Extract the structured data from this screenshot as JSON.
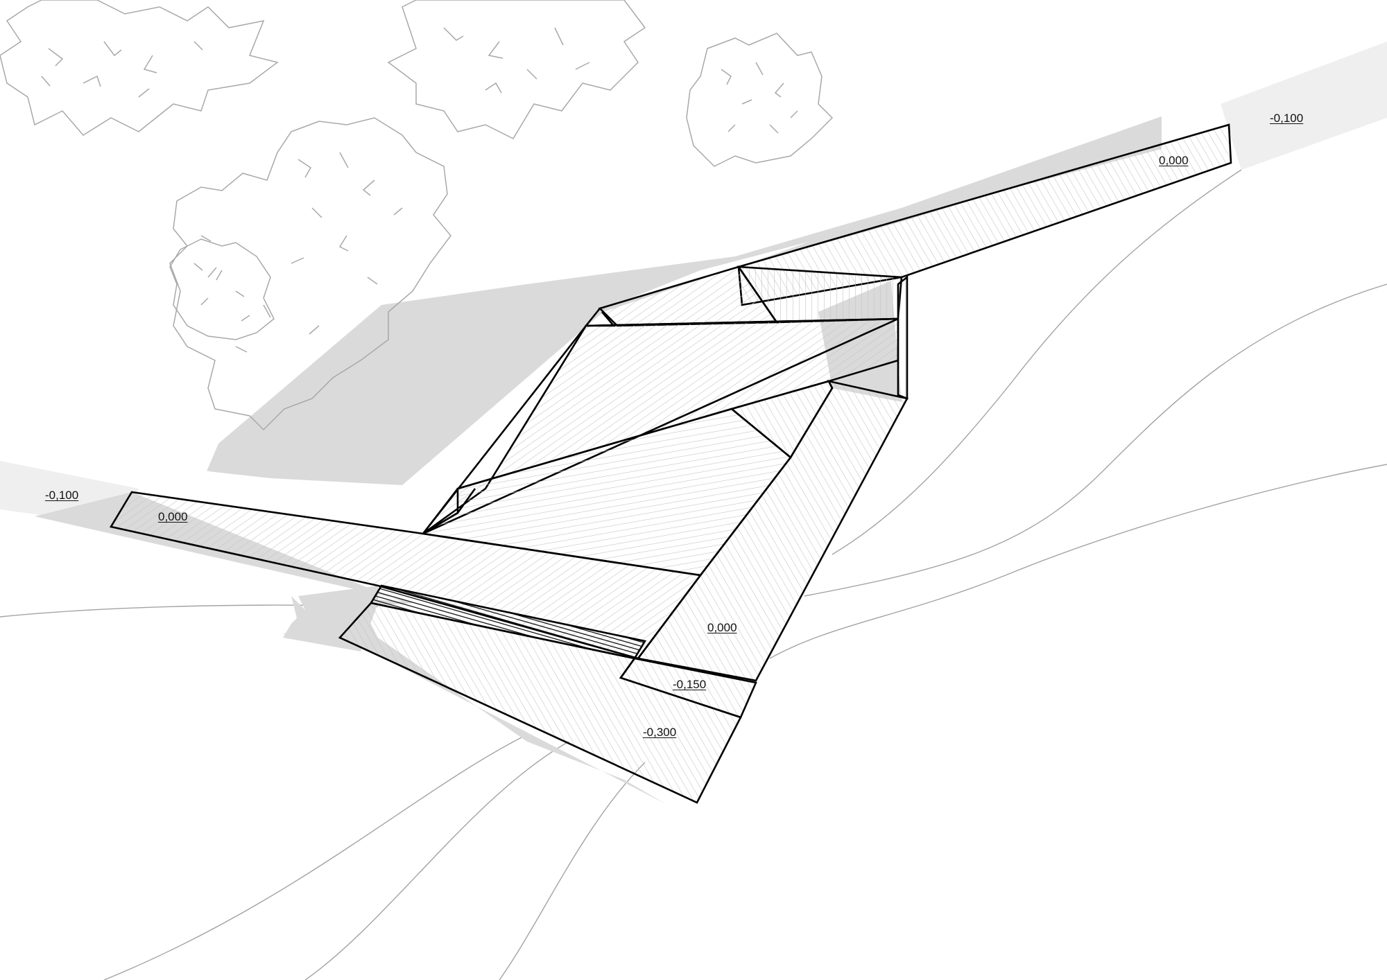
{
  "drawing": {
    "type": "architectural site plan",
    "colors": {
      "background": "#ffffff",
      "outline": "#000000",
      "hatch": "#c8c8c8",
      "shadow": "#dadada",
      "path": "#efefef",
      "contour": "#a0a0a0",
      "tree": "#a8a8a8"
    }
  },
  "elevation_labels": [
    {
      "id": "path-east",
      "text": "-0,100"
    },
    {
      "id": "deck-east",
      "text": "0,000"
    },
    {
      "id": "path-west",
      "text": "-0,100"
    },
    {
      "id": "deck-west",
      "text": "0,000"
    },
    {
      "id": "deck-south",
      "text": "0,000"
    },
    {
      "id": "step-1",
      "text": "-0,150"
    },
    {
      "id": "step-2",
      "text": "-0,300"
    }
  ]
}
